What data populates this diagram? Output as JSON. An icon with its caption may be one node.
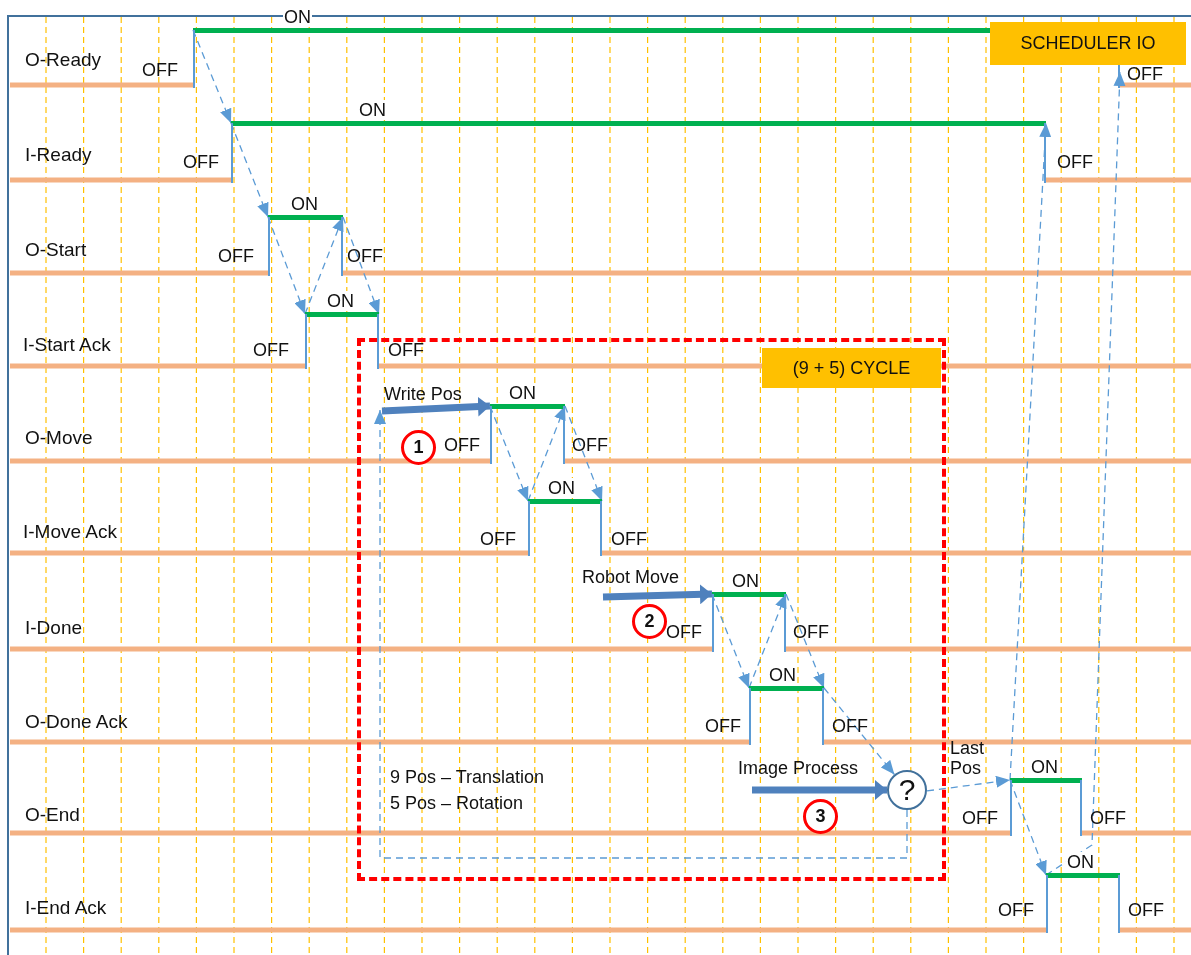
{
  "diagram": {
    "nodes": [
      {
        "text": [
          "ON"
        ]
      },
      {
        "text": [
          "SCHEDULER IO"
        ]
      },
      {
        "text": [
          "ON"
        ]
      },
      {
        "text": [
          "ON"
        ]
      },
      {
        "text": [
          "ON"
        ]
      },
      {
        "text": [],
        "shape": "box"
      },
      {
        "text": [
          "(9 + 5) CYCLE"
        ],
        "in": 5
      },
      {
        "text": [
          "ON"
        ],
        "in": 5
      },
      {
        "text": [
          "1"
        ],
        "in": 5
      },
      {
        "text": [
          "ON"
        ],
        "in": 5
      },
      {
        "text": [
          "ON"
        ],
        "in": 5
      },
      {
        "text": [
          "2"
        ],
        "in": 5
      },
      {
        "text": [
          "ON"
        ],
        "in": 5
      },
      {
        "text": [
          "?"
        ],
        "in": 5
      },
      {
        "text": [
          "3"
        ],
        "in": 5
      },
      {
        "text": [
          "ON"
        ]
      },
      {
        "text": [
          "ON"
        ]
      }
    ],
    "edges": [
      {
        "from": 0,
        "to": 2,
        "arrow": "to",
        "style": "dashed"
      },
      {
        "from": 2,
        "to": 3,
        "arrow": "to",
        "style": "dashed"
      },
      {
        "from": 3,
        "to": 4,
        "arrow": "to",
        "style": "dashed"
      },
      {
        "from": 4,
        "to": 3,
        "arrow": "to",
        "style": "dashed"
      },
      {
        "from": 3,
        "to": 4,
        "arrow": "to",
        "style": "dashed"
      },
      {
        "from": null,
        "to": 7,
        "arrow": "to",
        "label": "Write Pos",
        "style": "thick"
      },
      {
        "from": 7,
        "to": 9,
        "arrow": "to",
        "style": "dashed"
      },
      {
        "from": 9,
        "to": 7,
        "arrow": "to",
        "style": "dashed"
      },
      {
        "from": 7,
        "to": 9,
        "arrow": "to",
        "style": "dashed"
      },
      {
        "from": null,
        "to": 10,
        "arrow": "to",
        "label": "Robot Move",
        "style": "thick"
      },
      {
        "from": 10,
        "to": 12,
        "arrow": "to",
        "style": "dashed"
      },
      {
        "from": 12,
        "to": 10,
        "arrow": "to",
        "style": "dashed"
      },
      {
        "from": 10,
        "to": 12,
        "arrow": "to",
        "style": "dashed"
      },
      {
        "from": 12,
        "to": 13,
        "arrow": "to",
        "style": "dashed"
      },
      {
        "from": null,
        "to": 13,
        "arrow": "to",
        "label": "Image Process",
        "style": "thick"
      },
      {
        "from": 13,
        "to": 15,
        "arrow": "to",
        "label": "Last Pos",
        "style": "dashed"
      },
      {
        "from": 13,
        "to": null,
        "arrow": "to",
        "style": "dashed"
      },
      {
        "from": 15,
        "to": 16,
        "arrow": "to",
        "style": "dashed"
      },
      {
        "from": 15,
        "to": 2,
        "arrow": "to",
        "style": "dashed"
      },
      {
        "from": 16,
        "to": 0,
        "arrow": "to",
        "style": "dashed"
      }
    ],
    "labels": [
      "O-Ready",
      "OFF",
      "OFF",
      "I-Ready",
      "OFF",
      "OFF",
      "O-Start",
      "OFF",
      "OFF",
      "I-Start Ack",
      "OFF",
      "OFF",
      "O-Move",
      "OFF",
      "OFF",
      "I-Move Ack",
      "OFF",
      "OFF",
      "I-Done",
      "OFF",
      "OFF",
      "O-Done Ack",
      "OFF",
      "OFF",
      "9 Pos – Translation",
      "5 Pos – Rotation",
      "O-End",
      "OFF",
      "OFF",
      "I-End Ack",
      "OFF",
      "OFF"
    ]
  }
}
